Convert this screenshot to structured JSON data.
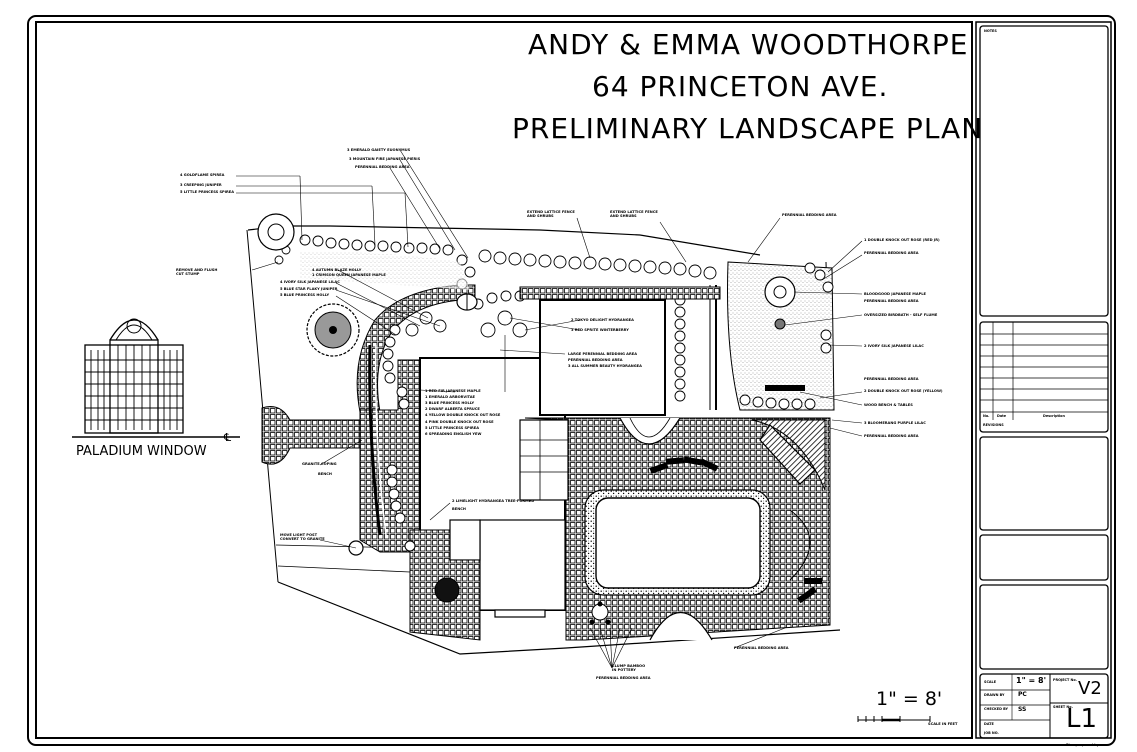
{
  "title": {
    "line1": "ANDY & EMMA WOODTHORPE",
    "line2": "64 PRINCETON AVE.",
    "line3": "PRELIMINARY LANDSCAPE PLAN"
  },
  "window_label": "PALADIUM WINDOW",
  "scale": {
    "text": "1\" = 8'",
    "bar_label": "SCALE IN FEET"
  },
  "labels_top": [
    "3 EMERALD GAIETY EUONYMUS",
    "3 MOUNTAIN FIRE JAPANESE PIERIS",
    "PERENNIAL BEDDING AREA"
  ],
  "labels_left_top": [
    "4 GOLDFLAME SPIREA",
    "3 CREEPING JUNIPER",
    "5 LITTLE PRINCESS SPIREA"
  ],
  "label_remove": "REMOVE AND FLUSH CUT STUMP",
  "label_fence1": "EXTEND LATTICE FENCE AND SHRUBS",
  "label_fence2": "EXTEND LATTICE FENCE AND SHRUBS",
  "labels_mid_left": [
    "4 AUTUMN BLAZE HOLLY",
    "1 CRIMSON QUEEN JAPANESE MAPLE",
    "4 IVORY SILK JAPANESE LILAC",
    "5 BLUE STAR FLAKY JUNIPER",
    "5 BLUE PRINCESS HOLLY"
  ],
  "labels_center": [
    "2 TOKYO DELIGHT HYDRANGEA",
    "3 RED SPRITE WINTERBERRY"
  ],
  "labels_center2": [
    "LARGE PERENNIAL BEDDING AREA",
    "PERENNIAL BEDDING AREA",
    "3 ALL SUMMER BEAUTY HYDRANGEA"
  ],
  "labels_house_list": [
    "1 RED FIR JAPANESE MAPLE",
    "1 EMERALD ARBORVITAE",
    "3 BLUE PRINCESS HOLLY",
    "2 DWARF ALBERTA SPRUCE",
    "4 YELLOW DOUBLE KNOCK OUT ROSE",
    "4 PINK DOUBLE KNOCK OUT ROSE",
    "5 LITTLE PRINCESS SPIREA",
    "6 SPREADING ENGLISH YEW"
  ],
  "label_granite": "GRANITE COPING",
  "label_bench": "BENCH",
  "label_hydrangea_tree": "2 LIMELIGHT HYDRANGEA TREE-FORMED",
  "label_bench2": "BENCH",
  "label_lightpost": "MOVE LIGHT POST CONVERT TO GRANITE",
  "labels_right": [
    "1 DOUBLE KNOCK OUT ROSE (RED JR)",
    "PERENNIAL BEDDING AREA",
    "BLOODGOOD JAPANESE MAPLE",
    "PERENNIAL BEDDING AREA",
    "OVERSIZED BIRDBATH - SELF FLUME",
    "2 IVORY SILK JAPANESE LILAC",
    "PERENNIAL BEDDING AREA",
    "2 DOUBLE KNOCK OUT ROSE (YELLOW)",
    "WOOD BENCH & TABLES",
    "3 BLOOMERANG PURPLE LILAC",
    "PERENNIAL BEDDING AREA"
  ],
  "label_perennial_top": "PERENNIAL BEDDING AREA",
  "label_perennial_bottom": "PERENNIAL BEDDING AREA",
  "labels_bottom": [
    "CLUMP BAMBOO IN POTTERY",
    "PERENNIAL BEDDING AREA"
  ],
  "titleblock": {
    "notes": "NOTES",
    "rev_headers": [
      "No.",
      "Date",
      "Description"
    ],
    "rev_label": "REVISIONS",
    "scale_label": "SCALE",
    "scale_value": "1\" = 8'",
    "drawn_label": "DRAWN BY",
    "drawn_value": "PC",
    "checked_label": "CHECKED BY",
    "checked_value": "SS",
    "date_label": "DATE",
    "job_label": "JOB NO.",
    "project_label": "PROJECT No.",
    "project_value": "V2",
    "sheet_label": "SHEET No.",
    "sheet_value": "L1",
    "credit": "Plan prepared by"
  }
}
